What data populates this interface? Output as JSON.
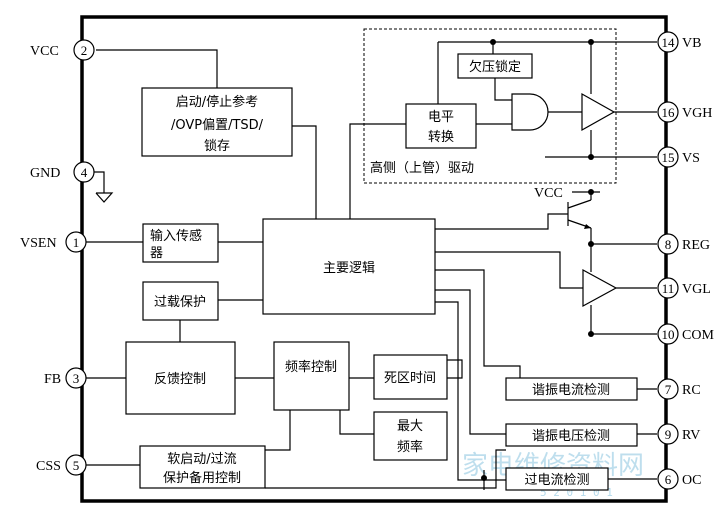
{
  "blocks": {
    "startstop_ref": [
      "启动/停止参考",
      "/OVP偏置/TSD/",
      "锁存"
    ],
    "input_sensor": [
      "输入传感",
      "器"
    ],
    "main_logic": "主要逻辑",
    "overload": "过载保护",
    "feedback": "反馈控制",
    "freq_ctrl": "频率控制",
    "dead_time": "死区时间",
    "max_freq": [
      "最大",
      "频率"
    ],
    "softstart": [
      "软启动/过流",
      "保护备用控制"
    ],
    "uvlo": "欠压锁定",
    "level_shift": [
      "电平",
      "转换"
    ],
    "high_side": "高侧（上管）驱动",
    "res_current": "谐振电流检测",
    "res_voltage": "谐振电压检测",
    "over_current": "过电流检测",
    "vcc_label": "VCC"
  },
  "pins_left": [
    {
      "num": "2",
      "name": "VCC"
    },
    {
      "num": "4",
      "name": "GND"
    },
    {
      "num": "1",
      "name": "VSEN"
    },
    {
      "num": "3",
      "name": "FB"
    },
    {
      "num": "5",
      "name": "CSS"
    }
  ],
  "pins_right": [
    {
      "num": "14",
      "name": "VB"
    },
    {
      "num": "16",
      "name": "VGH"
    },
    {
      "num": "15",
      "name": "VS"
    },
    {
      "num": "8",
      "name": "REG"
    },
    {
      "num": "11",
      "name": "VGL"
    },
    {
      "num": "10",
      "name": "COM"
    },
    {
      "num": "7",
      "name": "RC"
    },
    {
      "num": "9",
      "name": "RV"
    },
    {
      "num": "6",
      "name": "OC"
    }
  ],
  "watermark": {
    "text": "家电维修资料网",
    "url": "5 2 0 1 0 1"
  }
}
